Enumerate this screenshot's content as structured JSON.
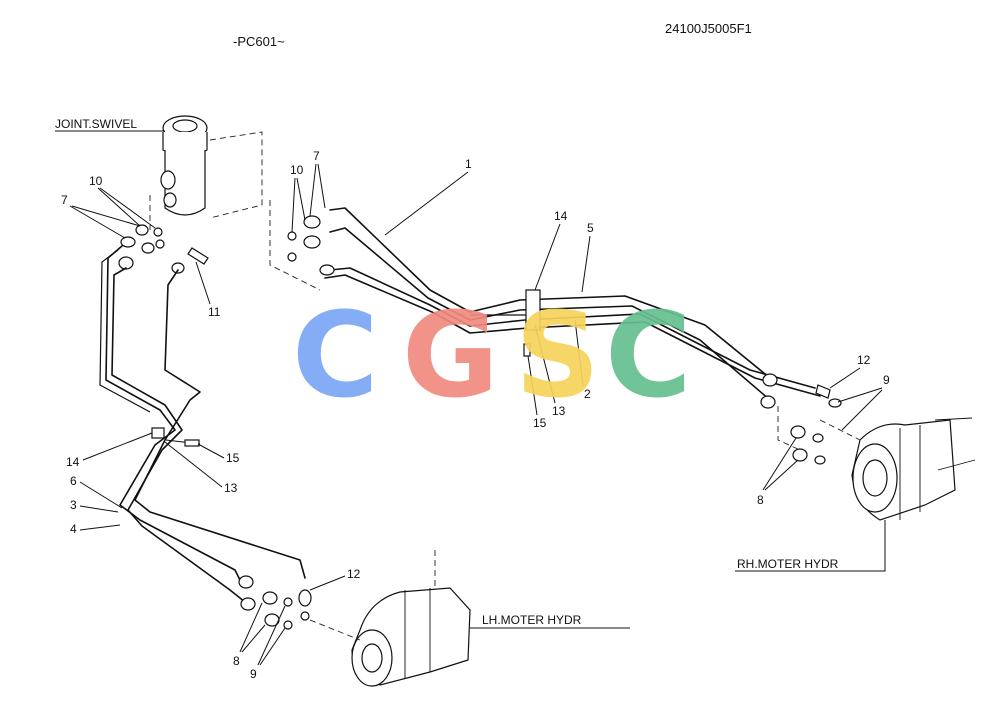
{
  "header": {
    "left_code": "-PC601~",
    "right_code": "24100J5005F1"
  },
  "labels": {
    "joint_swivel": "JOINT.SWIVEL",
    "rh_motor": "RH.MOTER HYDR",
    "lh_motor": "LH.MOTER HYDR"
  },
  "callouts": {
    "n1": "1",
    "n2": "2",
    "n3": "3",
    "n4": "4",
    "n5": "5",
    "n6": "6",
    "n7a": "7",
    "n7b": "7",
    "n8a": "8",
    "n8b": "8",
    "n9a": "9",
    "n9b": "9",
    "n10a": "10",
    "n10b": "10",
    "n11": "11",
    "n12a": "12",
    "n12b": "12",
    "n13a": "13",
    "n13b": "13",
    "n14a": "14",
    "n14b": "14",
    "n15a": "15",
    "n15b": "15"
  },
  "watermark": {
    "letters": [
      "C",
      "G",
      "S",
      "C"
    ],
    "colors": [
      "#7aa7f5",
      "#f08a80",
      "#f7d35c",
      "#66c08f"
    ]
  }
}
